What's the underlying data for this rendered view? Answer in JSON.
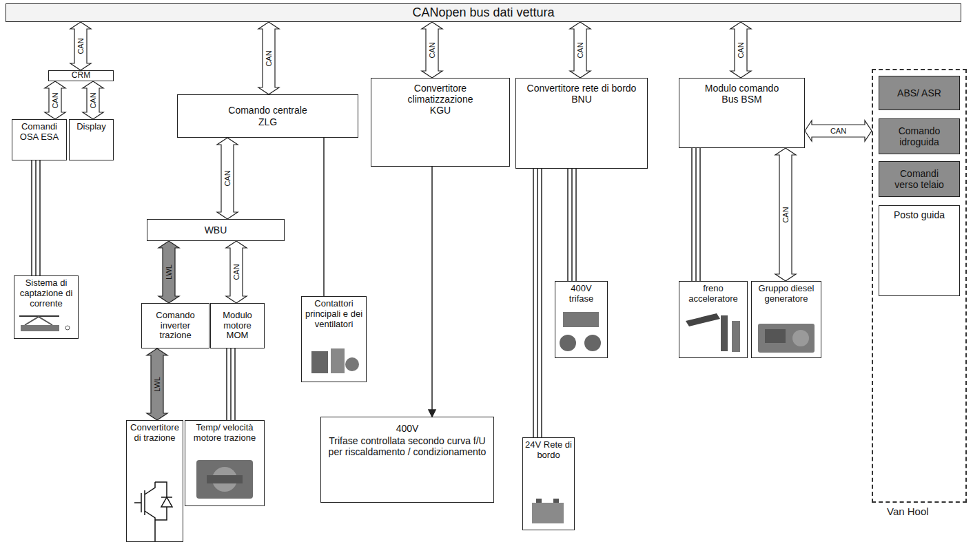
{
  "diagram": {
    "nodes": [
      {
        "text": [
          "CANopen bus dati vettura"
        ]
      },
      {
        "text": [
          "CRM"
        ]
      },
      {
        "text": [
          "Comandi OSA ESA"
        ]
      },
      {
        "text": [
          "Display"
        ]
      },
      {
        "text": [
          "Comando centrale ZLG"
        ]
      },
      {
        "text": [
          "Convertitore climatizzazione KGU"
        ]
      },
      {
        "text": [
          "Convertitore rete di bordo BNU"
        ]
      },
      {
        "text": [
          "Modulo comando Bus BSM"
        ]
      },
      {
        "text": [
          "Van Hool"
        ]
      },
      {
        "text": [
          "ABS/ ASR"
        ],
        "in": 8
      },
      {
        "text": [
          "Comando idroguida"
        ],
        "in": 8
      },
      {
        "text": [
          "Comandi verso telaio"
        ],
        "in": 8
      },
      {
        "text": [
          "Posto guida"
        ],
        "in": 8
      },
      {
        "text": [
          "WBU"
        ]
      },
      {
        "text": [
          "Sistema di captazione di corrente"
        ]
      },
      {
        "text": [
          "Comando inverter trazione"
        ]
      },
      {
        "text": [
          "Modulo motore MOM"
        ]
      },
      {
        "text": [
          "Contattori principali e dei ventilatori"
        ]
      },
      {
        "text": [
          "400V trifase"
        ]
      },
      {
        "text": [
          "freno acceleratore"
        ]
      },
      {
        "text": [
          "Gruppo diesel generatore"
        ]
      },
      {
        "text": [
          "Convertitore di trazione"
        ]
      },
      {
        "text": [
          "Temp/ velocità motore trazione"
        ]
      },
      {
        "text": [
          "400V",
          "Trifase controllata secondo curva f/U per riscaldamento / condizionamento"
        ]
      },
      {
        "text": [
          "24V Rete di bordo"
        ]
      }
    ],
    "edges": [
      {
        "from": 0,
        "to": 1,
        "label": "CAN",
        "arrow": "both"
      },
      {
        "from": 1,
        "to": 2,
        "label": "CAN",
        "arrow": "both"
      },
      {
        "from": 1,
        "to": 3,
        "label": "CAN",
        "arrow": "both"
      },
      {
        "from": 0,
        "to": 4,
        "label": "CAN",
        "arrow": "both"
      },
      {
        "from": 0,
        "to": 5,
        "label": "CAN",
        "arrow": "both"
      },
      {
        "from": 0,
        "to": 6,
        "label": "CAN",
        "arrow": "both"
      },
      {
        "from": 0,
        "to": 7,
        "label": "CAN",
        "arrow": "both"
      },
      {
        "from": 7,
        "to": 8,
        "label": "CAN",
        "arrow": "both"
      },
      {
        "from": 4,
        "to": 13,
        "label": "CAN",
        "arrow": "both"
      },
      {
        "from": 13,
        "to": 15,
        "label": "LWL",
        "arrow": "both"
      },
      {
        "from": 13,
        "to": 16,
        "label": "CAN",
        "arrow": "both"
      },
      {
        "from": 15,
        "to": 21,
        "label": "LWL",
        "arrow": "both"
      },
      {
        "from": 16,
        "to": 22,
        "arrow": "none"
      },
      {
        "from": 2,
        "to": 14,
        "arrow": "none"
      },
      {
        "from": 4,
        "to": 17,
        "arrow": "none"
      },
      {
        "from": 5,
        "to": 23,
        "arrow": "to"
      },
      {
        "from": 6,
        "to": 24,
        "arrow": "none"
      },
      {
        "from": 6,
        "to": 18,
        "arrow": "none"
      },
      {
        "from": 7,
        "to": 19,
        "arrow": "none"
      },
      {
        "from": 7,
        "to": 20,
        "label": "CAN",
        "arrow": "both"
      }
    ]
  }
}
